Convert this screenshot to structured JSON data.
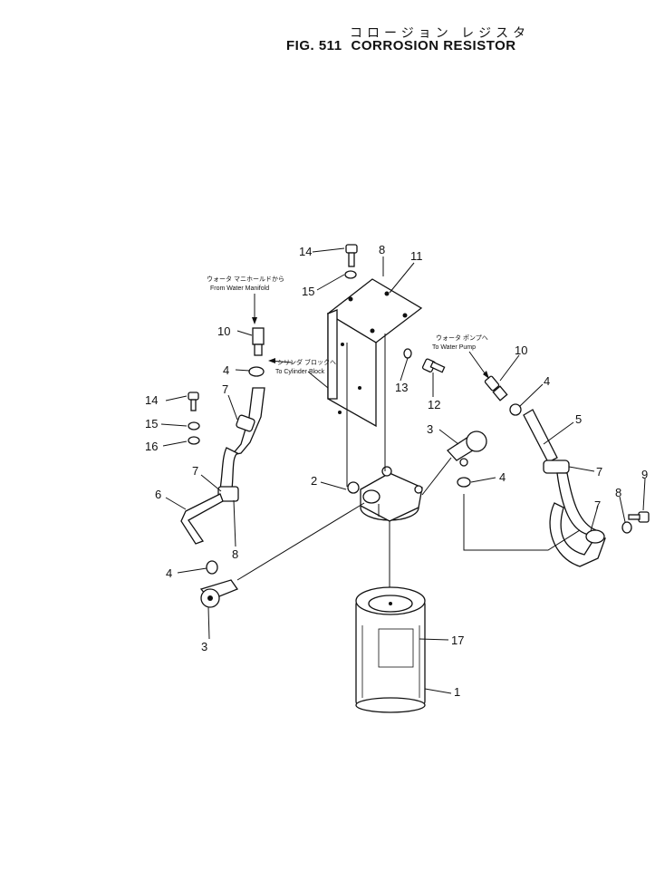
{
  "header": {
    "title_jp": "コロージョン レジスタ",
    "fig": "FIG. 511",
    "title_en": "CORROSION RESISTOR"
  },
  "notes": {
    "manifold_jp": "ウォータ マニホールドから",
    "manifold_en": "From Water Manifold",
    "cylinder_jp": "シリンダ ブロックへ",
    "cylinder_en": "To Cylinder Block",
    "pump_jp": "ウォータ ポンプへ",
    "pump_en": "To Water Pump"
  },
  "callouts": {
    "c14a": "14",
    "c8a": "8",
    "c11": "11",
    "c15a": "15",
    "c10a": "10",
    "c4a": "4",
    "c13": "13",
    "c12": "12",
    "c7a": "7",
    "c14b": "14",
    "c15b": "15",
    "c16": "16",
    "c7b": "7",
    "c6": "6",
    "c8b": "8",
    "c4b": "4",
    "c3b": "3",
    "c3a": "3",
    "c2": "2",
    "c4c": "4",
    "c10b": "10",
    "c4d": "4",
    "c5": "5",
    "c7c": "7",
    "c7d": "7",
    "c8c": "8",
    "c9": "9",
    "c17": "17",
    "c1": "1"
  }
}
